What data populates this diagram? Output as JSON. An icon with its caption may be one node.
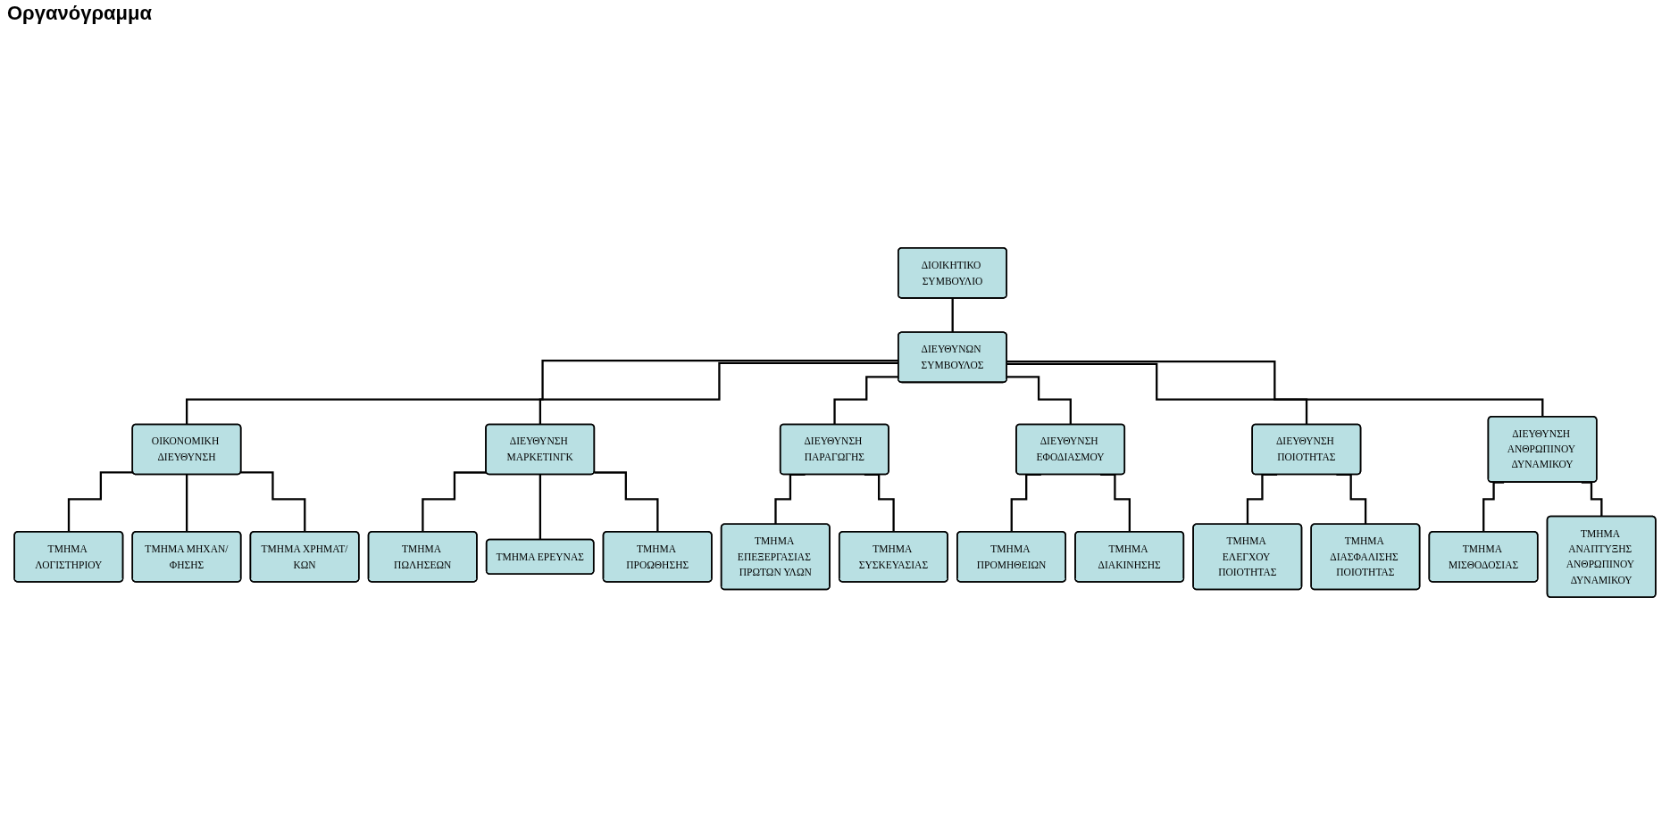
{
  "diagram": {
    "title": "Οργανόγραμμα",
    "nodes": [
      {
        "text": [
          "ΔΙΟΙΚΗΤΙΚΟ ΣΥΜΒΟΥΛΙΟ"
        ]
      },
      {
        "text": [
          "ΔΙΕΥΘΥΝΩΝ ΣΥΜΒΟΥΛΟΣ"
        ]
      },
      {
        "text": [
          "ΟΙΚΟΝΟΜΙΚΗ ΔΙΕΥΘΥΝΣΗ"
        ]
      },
      {
        "text": [
          "ΔΙΕΥΘΥΝΣΗ ΜΑΡΚΕΤΙΝΓΚ"
        ]
      },
      {
        "text": [
          "ΔΙΕΥΘΥΝΣΗ ΠΑΡΑΓΩΓΗΣ"
        ]
      },
      {
        "text": [
          "ΔΙΕΥΘΥΝΣΗ ΕΦΟΔΙΑΣΜΟΥ"
        ]
      },
      {
        "text": [
          "ΔΙΕΥΘΥΝΣΗ ΠΟΙΟΤΗΤΑΣ"
        ]
      },
      {
        "text": [
          "ΔΙΕΥΘΥΝΣΗ ΑΝΘΡΩΠΙΝΟΥ ΔΥΝΑΜΙΚΟΥ"
        ]
      },
      {
        "text": [
          "ΤΜΗΜΑ ΛΟΓΙΣΤΗΡΙΟΥ"
        ]
      },
      {
        "text": [
          "ΤΜΗΜΑ ΜΗΧΑΝ/ΦΗΣΗΣ"
        ]
      },
      {
        "text": [
          "ΤΜΗΜΑ ΧΡΗΜΑΤ/ΚΩΝ"
        ]
      },
      {
        "text": [
          "ΤΜΗΜΑ ΠΩΛΗΣΕΩΝ"
        ]
      },
      {
        "text": [
          "ΤΜΗΜΑ ΕΡΕΥΝΑΣ"
        ]
      },
      {
        "text": [
          "ΤΜΗΜΑ ΠΡΟΩΘΗΣΗΣ"
        ]
      },
      {
        "text": [
          "ΤΜΗΜΑ ΕΠΕΞΕΡΓΑΣΙΑΣ ΠΡΩΤΩΝ ΥΛΩΝ"
        ]
      },
      {
        "text": [
          "ΤΜΗΜΑ ΣΥΣΚΕΥΑΣΙΑΣ"
        ]
      },
      {
        "text": [
          "ΤΜΗΜΑ ΠΡΟΜΗΘΕΙΩΝ"
        ]
      },
      {
        "text": [
          "ΤΜΗΜΑ ΔΙΑΚΙΝΗΣΗΣ"
        ]
      },
      {
        "text": [
          "ΤΜΗΜΑ ΕΛΕΓΧΟΥ ΠΟΙΟΤΗΤΑΣ"
        ]
      },
      {
        "text": [
          "ΤΜΗΜΑ ΔΙΑΣΦΑΛΙΣΗΣ ΠΟΙΟΤΗΤΑΣ"
        ]
      },
      {
        "text": [
          "ΤΜΗΜΑ ΜΙΣΘΟΔΟΣΙΑΣ"
        ]
      },
      {
        "text": [
          "ΤΜΗΜΑ ΑΝΑΠΤΥΞΗΣ ΑΝΘΡΩΠΙΝΟΥ ΔΥΝΑΜΙΚΟΥ"
        ]
      }
    ],
    "edges": [
      {
        "from": 0,
        "to": 1,
        "arrow": "none"
      },
      {
        "from": 1,
        "to": 2,
        "arrow": "none"
      },
      {
        "from": 1,
        "to": 3,
        "arrow": "none"
      },
      {
        "from": 1,
        "to": 4,
        "arrow": "none"
      },
      {
        "from": 1,
        "to": 5,
        "arrow": "none"
      },
      {
        "from": 1,
        "to": 6,
        "arrow": "none"
      },
      {
        "from": 1,
        "to": 7,
        "arrow": "none"
      },
      {
        "from": 2,
        "to": 8,
        "arrow": "none"
      },
      {
        "from": 2,
        "to": 9,
        "arrow": "none"
      },
      {
        "from": 2,
        "to": 10,
        "arrow": "none"
      },
      {
        "from": 3,
        "to": 11,
        "arrow": "none"
      },
      {
        "from": 3,
        "to": 12,
        "arrow": "none"
      },
      {
        "from": 3,
        "to": 13,
        "arrow": "none"
      },
      {
        "from": 4,
        "to": 14,
        "arrow": "none"
      },
      {
        "from": 4,
        "to": 15,
        "arrow": "none"
      },
      {
        "from": 5,
        "to": 16,
        "arrow": "none"
      },
      {
        "from": 5,
        "to": 17,
        "arrow": "none"
      },
      {
        "from": 6,
        "to": 18,
        "arrow": "none"
      },
      {
        "from": 6,
        "to": 19,
        "arrow": "none"
      },
      {
        "from": 7,
        "to": 20,
        "arrow": "none"
      },
      {
        "from": 7,
        "to": 21,
        "arrow": "none"
      }
    ]
  }
}
